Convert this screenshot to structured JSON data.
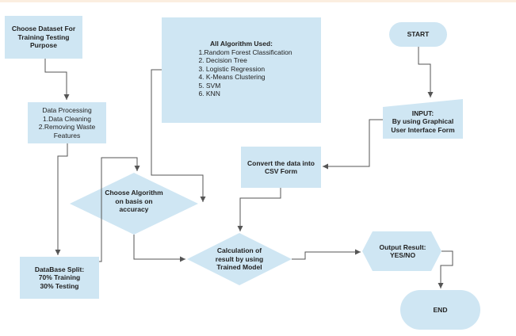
{
  "colors": {
    "fill": "#cfe6f3",
    "line": "#555555"
  },
  "nodes": {
    "choose_dataset": {
      "lines": [
        "Choose Dataset For",
        "Training Testing",
        "Purpose"
      ]
    },
    "data_processing": {
      "lines": [
        "Data Processing",
        "1.Data Cleaning",
        "2.Removing Waste",
        "Features"
      ]
    },
    "database_split": {
      "lines": [
        "DataBase Split:",
        "70% Training",
        "30% Testing"
      ]
    },
    "choose_algorithm": {
      "lines": [
        "Choose Algorithm",
        "on basis on",
        "accuracy"
      ]
    },
    "algorithms_used": {
      "title": "All Algorithm Used:",
      "items": [
        "1.Random Forest Classification",
        "2. Decision Tree",
        "3. Logistic Regression",
        "4. K-Means Clustering",
        "5. SVM",
        "6. KNN"
      ]
    },
    "start": {
      "lines": [
        "START"
      ]
    },
    "input": {
      "lines": [
        "INPUT:",
        "By using Graphical",
        "User Interface Form"
      ]
    },
    "convert": {
      "lines": [
        "Convert the data into",
        "CSV Form"
      ]
    },
    "calculation": {
      "lines": [
        "Calculation of",
        "result by using",
        "Trained Model"
      ]
    },
    "output": {
      "lines": [
        "Output Result:",
        "YES/NO"
      ]
    },
    "end": {
      "lines": [
        "END"
      ]
    }
  }
}
